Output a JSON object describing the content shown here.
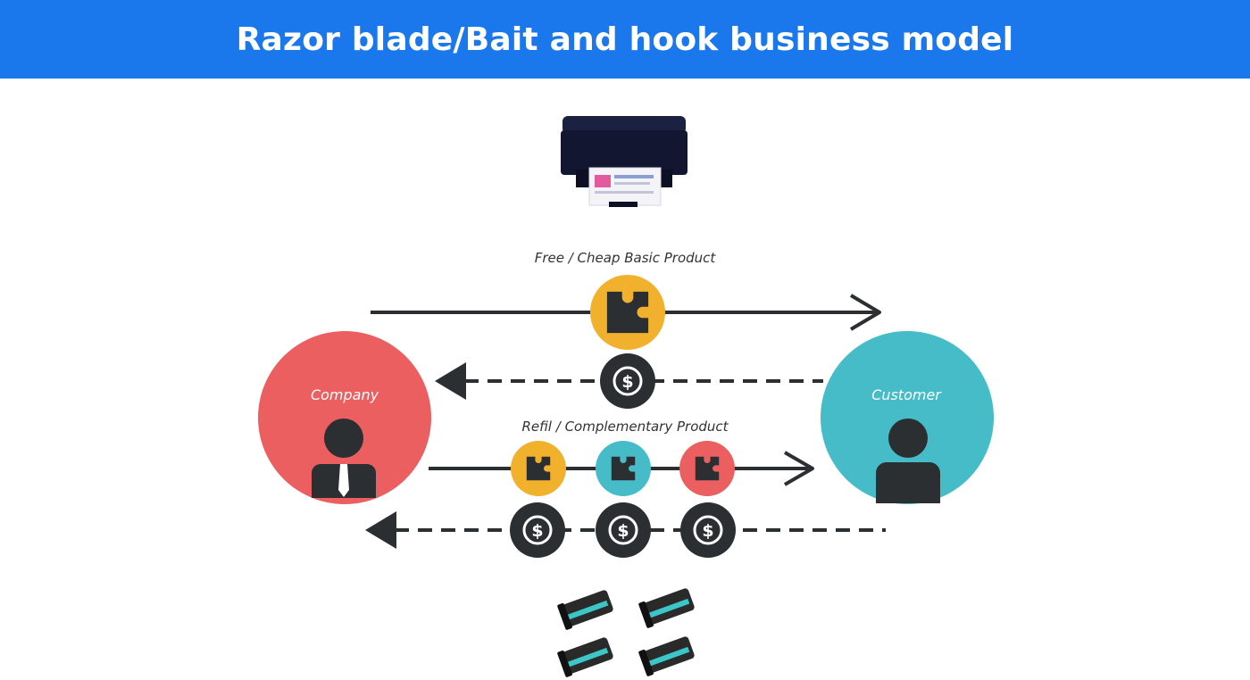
{
  "title": "Razor blade/Bait and hook business model",
  "flows": {
    "basic_product_label": "Free / Cheap Basic Product",
    "refill_label": "Refil / Complementary Product"
  },
  "parties": {
    "company": "Company",
    "customer": "Customer"
  },
  "icons": {
    "printer": "printer-image",
    "product": "puzzle-piece-icon",
    "payment": "dollar-coin-icon",
    "company_person": "businessman-icon",
    "customer_person": "person-icon",
    "cartridges": "toner-cartridge-image"
  },
  "colors": {
    "header": "#1a78ec",
    "company": "#eb5f60",
    "customer": "#45bcc8",
    "accent_yellow": "#f1b12d",
    "dark": "#2c2f31"
  }
}
